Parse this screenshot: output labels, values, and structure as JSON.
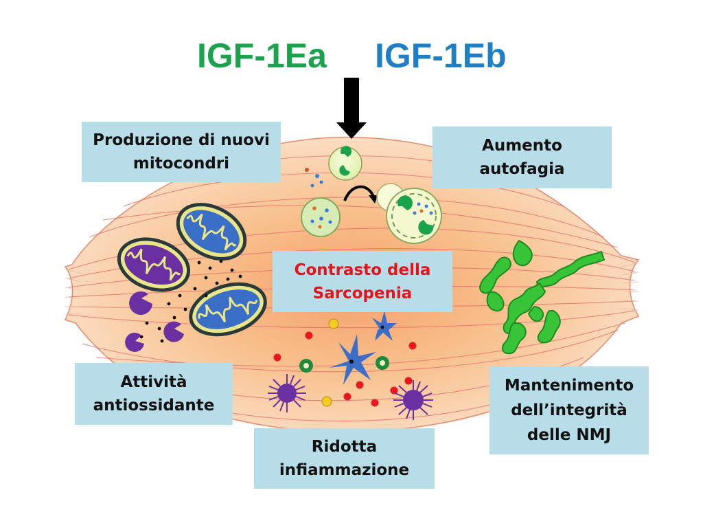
{
  "titles": {
    "isoform_a": "IGF-1Ea",
    "isoform_b": "IGF-1Eb"
  },
  "colors": {
    "isoform_a": "#1ca14d",
    "isoform_b": "#1f7fc4",
    "center_text": "#e3141b",
    "box_fill": "#b7dde8",
    "muscle_fill": "#f6b37e",
    "mitochondria_inner": "#6a2fa0",
    "nmj_green": "#2fc22f"
  },
  "boxes": {
    "mitochondria": "Produzione di nuovi\nmitocondri",
    "autophagy": "Aumento\nautofagia",
    "center": "Contrasto della\nSarcopenia",
    "antioxidant": "Attività\nantiossidante",
    "inflammation": "Ridotta\ninfiammazione",
    "nmj": "Mantenimento\ndell’integrità\ndelle NMJ"
  },
  "icons": [
    "down-arrow-icon",
    "vesicle-icon",
    "lysosome-icon",
    "autophagosome-icon",
    "curved-arrow-icon",
    "mitochondrion-icon",
    "free-radical-icon",
    "macrophage-icon",
    "immune-cell-icon",
    "neuromuscular-junction-icon"
  ]
}
